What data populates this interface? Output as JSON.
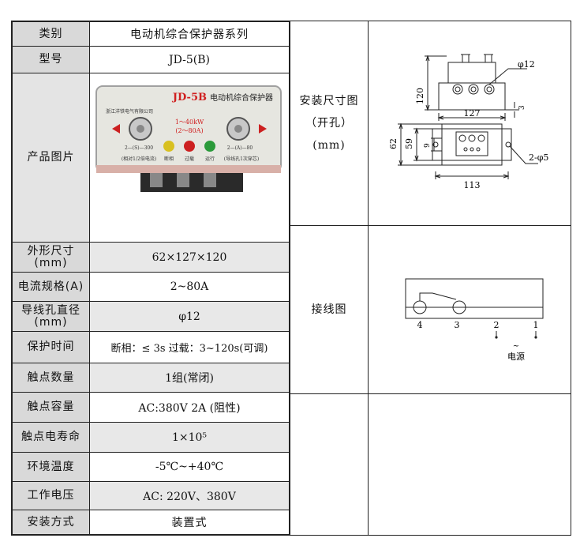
{
  "left_table": {
    "header": {
      "label": "类别",
      "value": "电动机综合保护器系列"
    },
    "model": {
      "label": "型号",
      "value": "JD-5(B)"
    },
    "photo": {
      "label": "产品图片"
    },
    "rows": [
      {
        "label_line1": "外形尺寸",
        "label_line2": "(mm)",
        "value": "62×127×120"
      },
      {
        "label_line1": "电流规格(A)",
        "label_line2": "",
        "value": "2~80A"
      },
      {
        "label_line1": "导线孔直径",
        "label_line2": "(mm)",
        "value": "φ12"
      },
      {
        "label_line1": "保护时间",
        "label_line2": "",
        "value": "断相：≤ 3s 过载：3~120s(可调)"
      },
      {
        "label_line1": "触点数量",
        "label_line2": "",
        "value": "1组(常闭)"
      },
      {
        "label_line1": "触点容量",
        "label_line2": "",
        "value": "AC:380V 2A (阻性)"
      },
      {
        "label_line1": "触点电寿命",
        "label_line2": "",
        "value": "1×10⁵"
      },
      {
        "label_line1": "环境温度",
        "label_line2": "",
        "value": "-5℃~+40℃"
      },
      {
        "label_line1": "工作电压",
        "label_line2": "",
        "value": "AC: 220V、380V"
      },
      {
        "label_line1": "安装方式",
        "label_line2": "",
        "value": "装置式"
      }
    ]
  },
  "device_photo": {
    "brand": "JD-5B",
    "name": "电动机综合保护器",
    "company": "浙江洋铁电气有限公司",
    "range_line1": "1～40kW",
    "range_line2": "(2～80A)",
    "left_scale": "2—(S)—300",
    "right_scale": "2—(A)—80",
    "left_caption": "(相对1/2倍电流)",
    "right_caption": "(导线孔1次穿芯)",
    "led_labels": [
      "断相",
      "过载",
      "运行"
    ],
    "led_colors": [
      "#d8c020",
      "#cc2020",
      "#2a9a3a"
    ]
  },
  "right_table": {
    "mount": {
      "line1": "安装尺寸图",
      "line2": "（开孔）",
      "line3": "(mm)"
    },
    "wiring": {
      "label": "接线图"
    }
  },
  "mount_drawing": {
    "dim_height": "120",
    "dim_hole": "φ12",
    "dim_small": "3",
    "dim_width": "127",
    "dim_62": "62",
    "dim_59": "59",
    "dim_9": "9",
    "dim_113": "113",
    "dim_mount_holes": "2-φ5"
  },
  "wiring_diagram": {
    "terminals": [
      "4",
      "3",
      "2",
      "1"
    ],
    "power_symbol": "~",
    "power_label": "电源"
  }
}
